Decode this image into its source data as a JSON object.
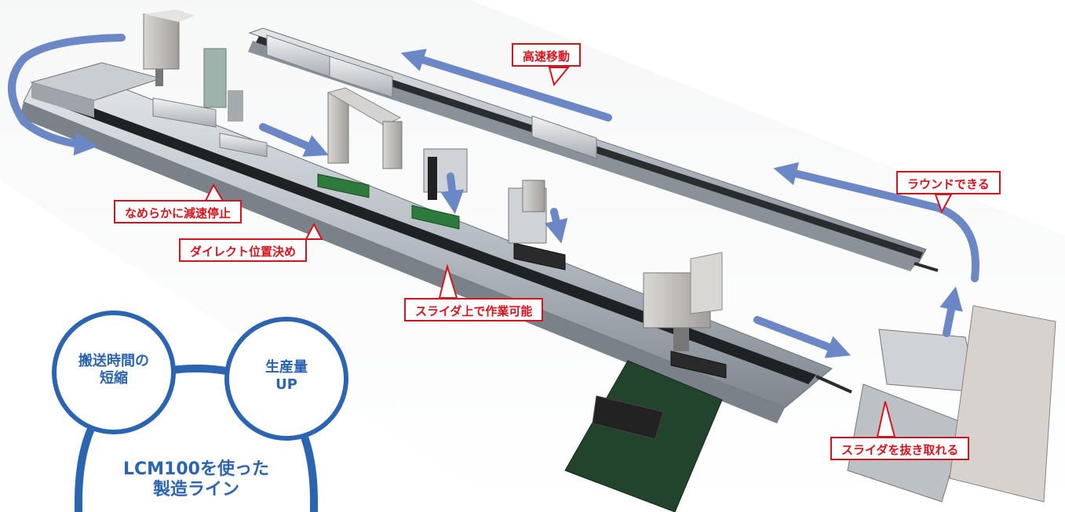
{
  "callouts": {
    "high_speed": "高速移動",
    "round": "ラウンドできる",
    "smooth_stop": "なめらかに減速停止",
    "direct_position": "ダイレクト位置決め",
    "work_on_slider": "スライダ上で作業可能",
    "remove_slider": "スライダを抜き取れる"
  },
  "benefits": {
    "left_bubble": [
      "搬送時間の",
      "短縮"
    ],
    "right_bubble": [
      "生産量",
      "UP"
    ],
    "main": [
      "LCM100を使った",
      "製造ライン"
    ]
  },
  "colors": {
    "callout_red": "#d7141e",
    "arrow_blue": "#6b87c6",
    "bubble_blue": "#2b64b0"
  }
}
